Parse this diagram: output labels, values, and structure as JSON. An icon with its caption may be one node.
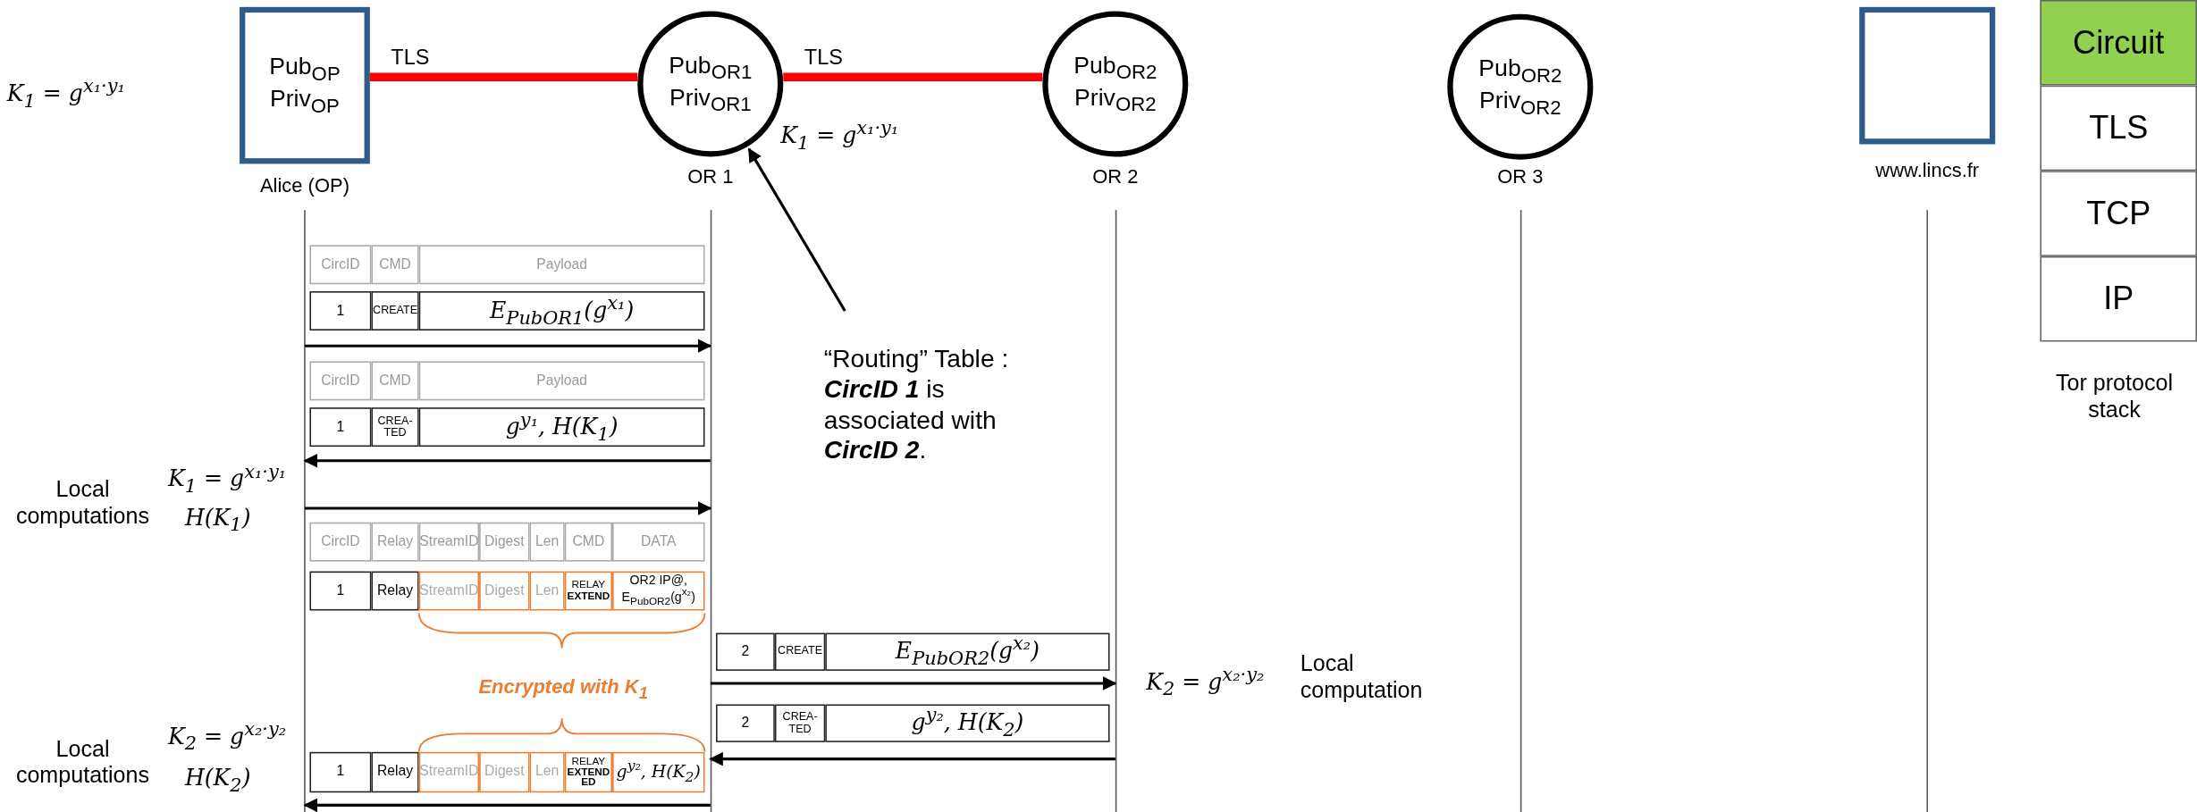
{
  "diagram": {
    "nodes": [
      {
        "text": [
          "Pub$_{OP}$ Priv$_{OP}$",
          "Alice (OP)"
        ]
      },
      {
        "text": [
          "Pub$_{OR1}$ Priv$_{OR1}$",
          "OR 1"
        ]
      },
      {
        "text": [
          "Pub$_{OR2}$ Priv$_{OR2}$",
          "OR 2"
        ]
      },
      {
        "text": [
          "Pub$_{OR2}$ Priv$_{OR2}$",
          "OR 3"
        ]
      },
      {
        "text": [
          "www.lincs.fr"
        ]
      },
      {
        "text": [
          "Circuit"
        ]
      },
      {
        "text": [
          "TLS"
        ]
      },
      {
        "text": [
          "TCP"
        ]
      },
      {
        "text": [
          "IP"
        ]
      },
      {
        "text": [
          "“Routing” Table : **CircID 1** is associated with **CircID 2**."
        ]
      }
    ],
    "edges": [
      {
        "from": 0,
        "to": 1,
        "arrow": "none",
        "label": "TLS",
        "style": "thick",
        "color": "#ff0000"
      },
      {
        "from": 1,
        "to": 2,
        "arrow": "none",
        "label": "TLS",
        "style": "thick",
        "color": "#ff0000"
      },
      {
        "from": 0,
        "to": 1,
        "arrow": "to"
      },
      {
        "from": 1,
        "to": 0,
        "arrow": "to"
      },
      {
        "from": 0,
        "to": 1,
        "arrow": "to"
      },
      {
        "from": 1,
        "to": 2,
        "arrow": "to"
      },
      {
        "from": 2,
        "to": 1,
        "arrow": "to"
      },
      {
        "from": 1,
        "to": 0,
        "arrow": "to"
      },
      {
        "from": 9,
        "to": 1,
        "arrow": "to"
      }
    ],
    "labels": [
      "K$_{1}$ = g$^{x₁·y₁}$",
      "K$_{1}$ = g$^{x₁·y₁}$",
      "CircID",
      "CMD",
      "Payload",
      "1",
      "CREATE",
      "E$_{PubOR1}$(g$^{x₁}$)",
      "CircID",
      "CMD",
      "Payload",
      "1",
      "CREA- TED",
      "g$^{y₁}$, H(K$_{1}$)",
      "Local computations",
      "K$_{1}$ = g$^{x₁·y₁}$",
      "H(K$_{1}$)",
      "CircID",
      "Relay",
      "StreamID",
      "Digest",
      "Len",
      "CMD",
      "DATA",
      "1",
      "Relay",
      "StreamID",
      "Digest",
      "Len",
      "RELAY **EXTEND**",
      "OR2 IP@, E$_{PubOR2}$(g$^{x₂}$)",
      "2",
      "CREATE",
      "E$_{PubOR2}$(g$^{x₂}$)",
      "Encrypted with K$_{1}$",
      "K$_{2}$ = g$^{x₂·y₂}$",
      "Local computation",
      "2",
      "CREA- TED",
      "g$^{y₂}$, H(K$_{2}$)",
      "Local computations",
      "K$_{2}$ = g$^{x₂·y₂}$",
      "H(K$_{2}$)",
      "1",
      "Relay",
      "StreamID",
      "Digest",
      "Len",
      "RELAY **EXTEND ED**",
      "g$^{y₂}$, H(K$_{2}$)",
      "Tor protocol stack"
    ]
  }
}
